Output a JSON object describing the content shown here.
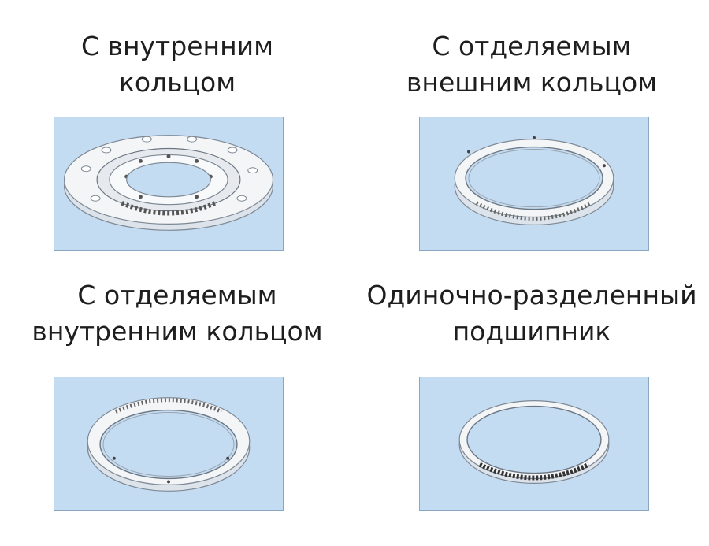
{
  "items": [
    {
      "line1": "С внутренним",
      "line2": "кольцом"
    },
    {
      "line1": "С отделяемым",
      "line2": "внешним кольцом"
    },
    {
      "line1": "С отделяемым",
      "line2": "внутренним кольцом"
    },
    {
      "line1": "Одиночно-разделенный",
      "line2": "подшипник"
    }
  ],
  "colors": {
    "panel": "#c4dcf2",
    "panel_border": "#8aa6c0",
    "ring_fill": "#f3f5f7",
    "ring_stroke": "#7d8894",
    "text": "#1e1e1e"
  },
  "icons": [
    "bearing-with-inner-ring-icon",
    "bearing-separable-outer-ring-icon",
    "bearing-separable-inner-ring-icon",
    "single-split-bearing-icon"
  ]
}
